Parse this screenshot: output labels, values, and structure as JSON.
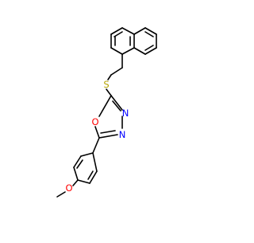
{
  "molecule": {
    "atom_labels": {
      "sulfur": "S",
      "ring_oxygen": "O",
      "nitrogen_upper": "N",
      "nitrogen_lower": "N",
      "methoxy_oxygen": "O"
    },
    "colors": {
      "bond": "#000000",
      "sulfur": "#b5a300",
      "oxygen": "#ff0000",
      "nitrogen": "#0000ff",
      "background": "#ffffff"
    }
  }
}
